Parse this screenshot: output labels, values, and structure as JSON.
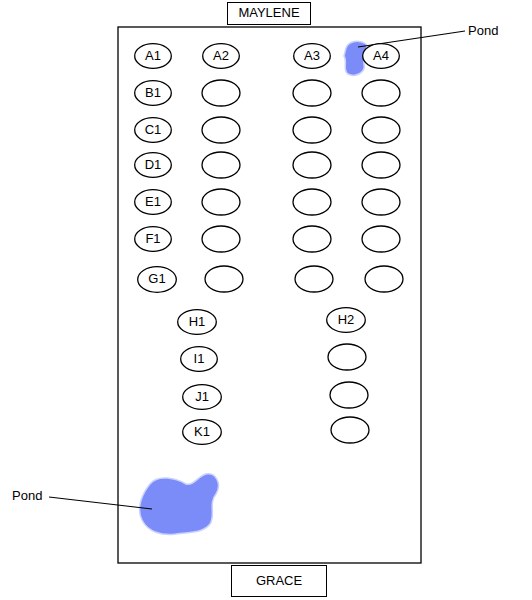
{
  "diagram": {
    "nodes": [
      {
        "text": [
          "MAYLENE"
        ]
      },
      {
        "text": [
          "A1"
        ]
      },
      {
        "text": [
          "A2"
        ]
      },
      {
        "text": [
          "A3"
        ]
      },
      {
        "text": [
          "A4"
        ]
      },
      {
        "text": [
          "B1"
        ]
      },
      {
        "text": [
          "C1"
        ]
      },
      {
        "text": [
          "D1"
        ]
      },
      {
        "text": [
          "E1"
        ]
      },
      {
        "text": [
          "F1"
        ]
      },
      {
        "text": [
          "G1"
        ]
      },
      {
        "text": [
          "H1"
        ]
      },
      {
        "text": [
          "H2"
        ]
      },
      {
        "text": [
          "I1"
        ]
      },
      {
        "text": [
          "J1"
        ]
      },
      {
        "text": [
          "K1"
        ]
      },
      {
        "text": [
          "GRACE"
        ]
      }
    ],
    "labels": [
      "Pond",
      "Pond"
    ]
  }
}
